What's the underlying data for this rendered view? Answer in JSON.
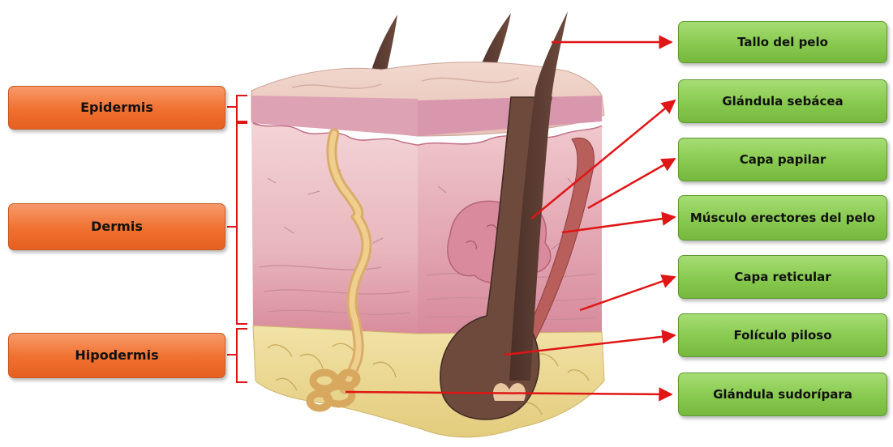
{
  "colors": {
    "layer_box": "#f0702f",
    "structure_box": "#88c94f",
    "pointer": "#e01515",
    "bracket": "#e01515"
  },
  "layers": [
    {
      "label": "Epidermis"
    },
    {
      "label": "Dermis"
    },
    {
      "label": "Hipodermis"
    }
  ],
  "structures": [
    {
      "label": "Tallo del pelo"
    },
    {
      "label": "Glándula sebácea"
    },
    {
      "label": "Capa papilar"
    },
    {
      "label": "Músculo erectores del pelo"
    },
    {
      "label": "Capa reticular"
    },
    {
      "label": "Folículo piloso"
    },
    {
      "label": "Glándula sudorípara"
    }
  ]
}
